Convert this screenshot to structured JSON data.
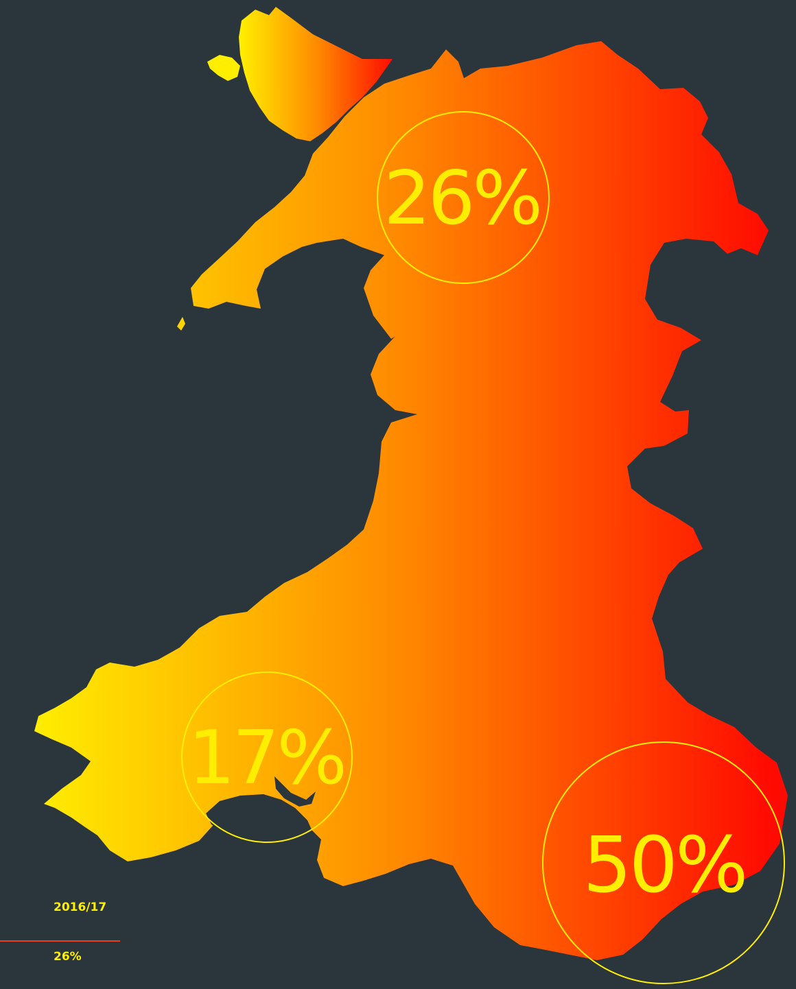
{
  "colors": {
    "background": "#2b353c",
    "gradient_start": "#ffee00",
    "gradient_mid": "#ff8a00",
    "gradient_end": "#ff0a00",
    "text_accent": "#ffee00",
    "legend_line": "#e8401a"
  },
  "regions": [
    {
      "id": "north",
      "label": "26%",
      "value": 26
    },
    {
      "id": "west",
      "label": "17%",
      "value": 17
    },
    {
      "id": "southeast",
      "label": "50%",
      "value": 50
    }
  ],
  "legend": {
    "period": "2016/17",
    "value_label": "26%"
  }
}
